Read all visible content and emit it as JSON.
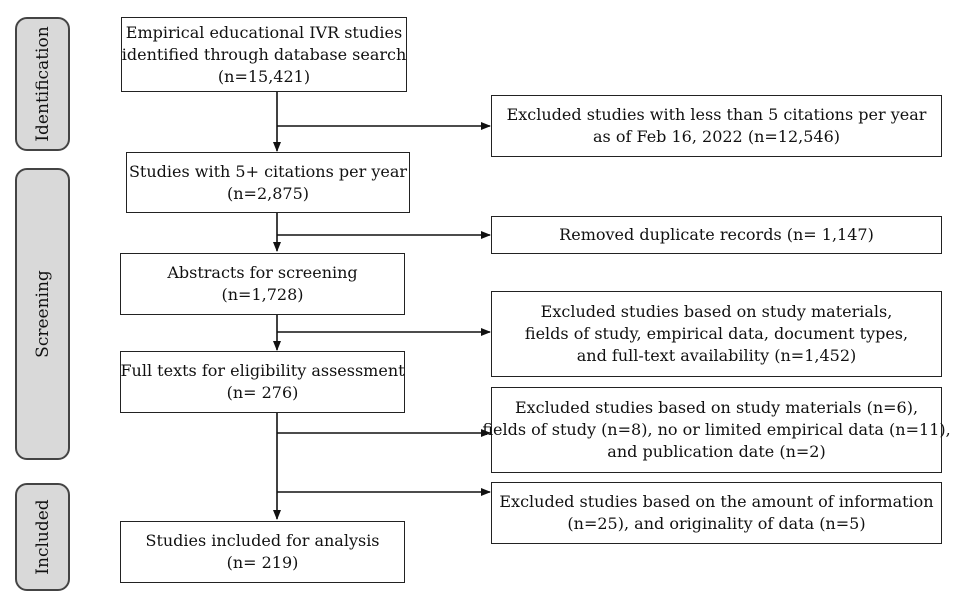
{
  "stages": [
    {
      "label": "Identification"
    },
    {
      "label": "Screening"
    },
    {
      "label": "Included"
    }
  ],
  "main_boxes": [
    {
      "lines": [
        "Empirical educational IVR studies",
        "identified through database search",
        "(n=15,421)"
      ]
    },
    {
      "lines": [
        "Studies with 5+ citations per year",
        "(n=2,875)"
      ]
    },
    {
      "lines": [
        "Abstracts for screening",
        "(n=1,728)"
      ]
    },
    {
      "lines": [
        "Full texts for eligibility assessment",
        "(n= 276)"
      ]
    },
    {
      "lines": [
        "Studies included for analysis",
        "(n= 219)"
      ]
    }
  ],
  "exclusion_boxes": [
    {
      "lines": [
        "Excluded studies with less than 5 citations per year",
        "as of Feb 16, 2022 (n=12,546)"
      ]
    },
    {
      "lines": [
        "Removed duplicate records (n= 1,147)"
      ]
    },
    {
      "lines": [
        "Excluded studies based on study materials,",
        "fields of study, empirical data, document types,",
        "and full-text availability (n=1,452)"
      ]
    },
    {
      "lines": [
        "Excluded studies based on study materials (n=6),",
        "fields of study (n=8), no or limited empirical data (n=11),",
        "and publication date (n=2)"
      ]
    },
    {
      "lines": [
        "Excluded studies based on the amount of information",
        "(n=25), and originality of data (n=5)"
      ]
    }
  ]
}
